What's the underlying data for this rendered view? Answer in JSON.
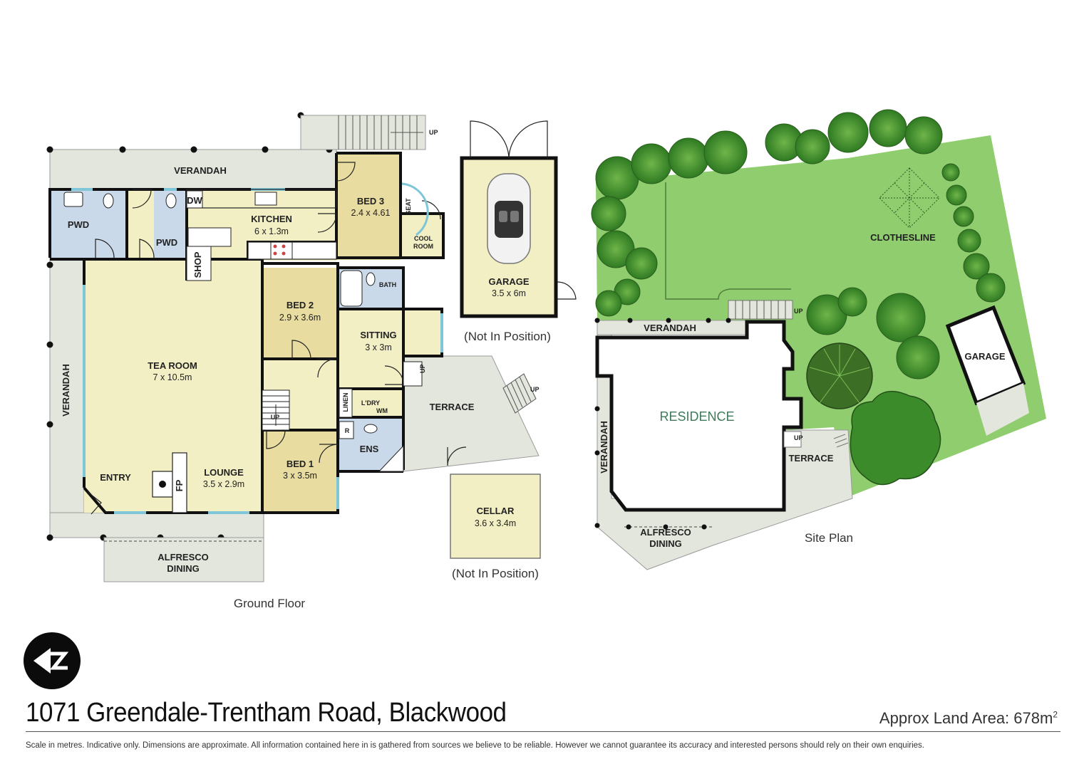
{
  "address": "1071 Greendale-Trentham Road, Blackwood",
  "land_area_label": "Approx Land Area: 678m",
  "land_area_sup": "2",
  "disclaimer": "Scale in metres. Indicative only. Dimensions are approximate. All information contained here in is gathered from sources we believe to be reliable. However we cannot guarantee its accuracy and interested persons should rely on their own enquiries.",
  "captions": {
    "ground_floor": "Ground Floor",
    "site_plan": "Site Plan",
    "not_in_position_garage": "(Not In Position)",
    "not_in_position_cellar": "(Not In Position)"
  },
  "rooms": {
    "verandah_top": "VERANDAH",
    "verandah_left": "VERANDAH",
    "pwd_left": "PWD",
    "pwd_mid": "PWD",
    "dw": "DW",
    "kitchen": "KITCHEN",
    "kitchen_dim": "6 x 1.3m",
    "shop": "SHOP",
    "bed3": "BED 3",
    "bed3_dim": "2.4 x 4.61",
    "seat": "SEAT",
    "cool": "COOL",
    "cool_room": "ROOM",
    "bath": "BATH",
    "bed2": "BED 2",
    "bed2_dim": "2.9 x 3.6m",
    "sitting": "SITTING",
    "sitting_dim": "3 x 3m",
    "tea_room": "TEA ROOM",
    "tea_room_dim": "7 x 10.5m",
    "linen": "LINEN",
    "ldry": "L'DRY",
    "wm": "WM",
    "r": "R",
    "ens": "ENS",
    "terrace": "TERRACE",
    "bed1": "BED 1",
    "bed1_dim": "3 x 3.5m",
    "entry": "ENTRY",
    "lounge": "LOUNGE",
    "lounge_dim": "3.5 x 2.9m",
    "fp": "FP",
    "alfresco": "ALFRESCO",
    "dining": "DINING",
    "up_stairs_top": "UP",
    "up_stairs_inner": "UP",
    "up_stairs_sitting": "UP",
    "up_stairs_terrace": "UP"
  },
  "garage": {
    "label": "GARAGE",
    "dim": "3.5 x 6m"
  },
  "cellar": {
    "label": "CELLAR",
    "dim": "3.6 x 3.4m"
  },
  "site": {
    "clothesline": "CLOTHESLINE",
    "verandah_top": "VERANDAH",
    "verandah_left": "VERANDAH",
    "residence": "RESIDENCE",
    "terrace": "TERRACE",
    "garage": "GARAGE",
    "alfresco": "ALFRESCO",
    "dining": "DINING",
    "up_main": "UP",
    "up_terrace": "UP"
  },
  "colors": {
    "verandah": "#e3e6dc",
    "living": "#f3efc4",
    "bedroom": "#e9dca0",
    "wet": "#c9d9ea",
    "lawn": "#8fcd6e",
    "tree": "#3f8a2a",
    "wall": "#111111",
    "window": "#7fc7d8"
  }
}
